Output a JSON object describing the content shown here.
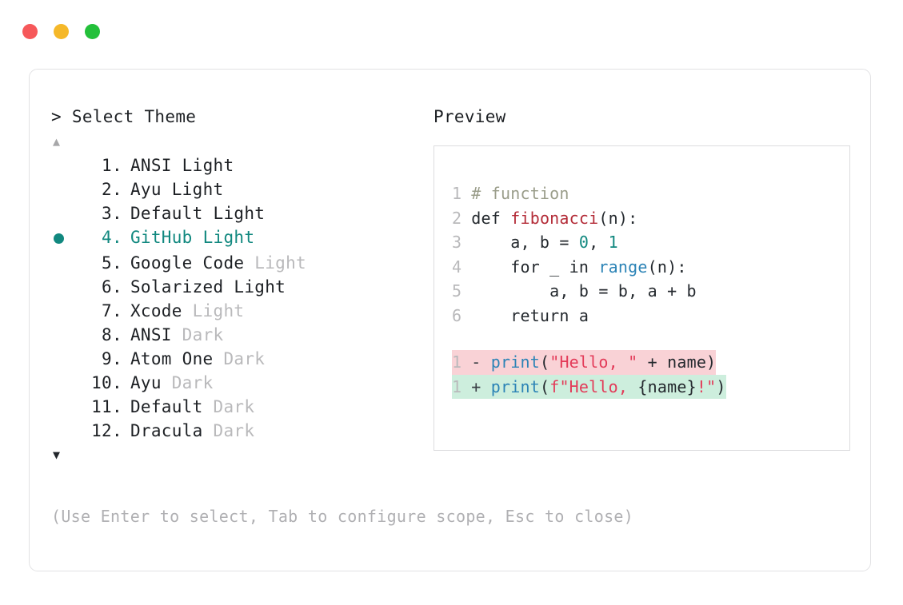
{
  "window": {
    "dots": [
      {
        "name": "close",
        "color": "#f6585a"
      },
      {
        "name": "minimize",
        "color": "#f5b829"
      },
      {
        "name": "maximize",
        "color": "#23c03a"
      }
    ]
  },
  "selector": {
    "prompt": "> Select Theme",
    "scroll_up": "▲",
    "scroll_down": "▼",
    "selected_index": 4,
    "selected_color": "#11887f",
    "items": [
      {
        "index": "1",
        "dot": ".",
        "name": "ANSI",
        "tag": "Light",
        "tag_muted": false,
        "selected": false
      },
      {
        "index": "2",
        "dot": ".",
        "name": "Ayu",
        "tag": "Light",
        "tag_muted": false,
        "selected": false
      },
      {
        "index": "3",
        "dot": ".",
        "name": "Default",
        "tag": "Light",
        "tag_muted": false,
        "selected": false
      },
      {
        "index": "4",
        "dot": ".",
        "name": "GitHub",
        "tag": "Light",
        "tag_muted": false,
        "selected": true
      },
      {
        "index": "5",
        "dot": ".",
        "name": "Google Code",
        "tag": "Light",
        "tag_muted": true,
        "selected": false
      },
      {
        "index": "6",
        "dot": ".",
        "name": "Solarized",
        "tag": "Light",
        "tag_muted": false,
        "selected": false
      },
      {
        "index": "7",
        "dot": ".",
        "name": "Xcode",
        "tag": "Light",
        "tag_muted": true,
        "selected": false
      },
      {
        "index": "8",
        "dot": ".",
        "name": "ANSI",
        "tag": "Dark",
        "tag_muted": true,
        "selected": false
      },
      {
        "index": "9",
        "dot": ".",
        "name": "Atom One",
        "tag": "Dark",
        "tag_muted": true,
        "selected": false
      },
      {
        "index": "10",
        "dot": ".",
        "name": "Ayu",
        "tag": "Dark",
        "tag_muted": true,
        "selected": false
      },
      {
        "index": "11",
        "dot": ".",
        "name": "Default",
        "tag": "Dark",
        "tag_muted": true,
        "selected": false
      },
      {
        "index": "12",
        "dot": ".",
        "name": "Dracula",
        "tag": "Dark",
        "tag_muted": true,
        "selected": false
      }
    ],
    "hint": "(Use Enter to select, Tab to configure scope, Esc to close)"
  },
  "preview": {
    "label": "Preview",
    "code_lines": [
      {
        "ln": "1",
        "tokens": [
          {
            "t": "# function",
            "c": "tok-comment"
          }
        ]
      },
      {
        "ln": "2",
        "tokens": [
          {
            "t": "def ",
            "c": "tok-keyword"
          },
          {
            "t": "fibonacci",
            "c": "tok-func"
          },
          {
            "t": "(n):",
            "c": "tok-plain"
          }
        ]
      },
      {
        "ln": "3",
        "tokens": [
          {
            "t": "    a, b = ",
            "c": "tok-plain"
          },
          {
            "t": "0",
            "c": "tok-num"
          },
          {
            "t": ", ",
            "c": "tok-plain"
          },
          {
            "t": "1",
            "c": "tok-num"
          }
        ]
      },
      {
        "ln": "4",
        "tokens": [
          {
            "t": "    for _ in ",
            "c": "tok-plain"
          },
          {
            "t": "range",
            "c": "tok-builtin"
          },
          {
            "t": "(n):",
            "c": "tok-plain"
          }
        ]
      },
      {
        "ln": "5",
        "tokens": [
          {
            "t": "        a, b = b, a + b",
            "c": "tok-plain"
          }
        ]
      },
      {
        "ln": "6",
        "tokens": [
          {
            "t": "    return a",
            "c": "tok-plain"
          }
        ]
      }
    ],
    "diff_lines": [
      {
        "ln": "1",
        "sign": "-",
        "kind": "diff-del",
        "tokens": [
          {
            "t": "print",
            "c": "tok-call"
          },
          {
            "t": "(",
            "c": "tok-plain"
          },
          {
            "t": "\"Hello, \"",
            "c": "tok-string"
          },
          {
            "t": " + name)",
            "c": "tok-plain"
          }
        ]
      },
      {
        "ln": "1",
        "sign": "+",
        "kind": "diff-ins",
        "tokens": [
          {
            "t": "print",
            "c": "tok-call"
          },
          {
            "t": "(",
            "c": "tok-plain"
          },
          {
            "t": "f\"Hello, ",
            "c": "tok-string"
          },
          {
            "t": "{name}",
            "c": "tok-plain"
          },
          {
            "t": "!\"",
            "c": "tok-string"
          },
          {
            "t": ")",
            "c": "tok-plain"
          }
        ]
      }
    ]
  }
}
